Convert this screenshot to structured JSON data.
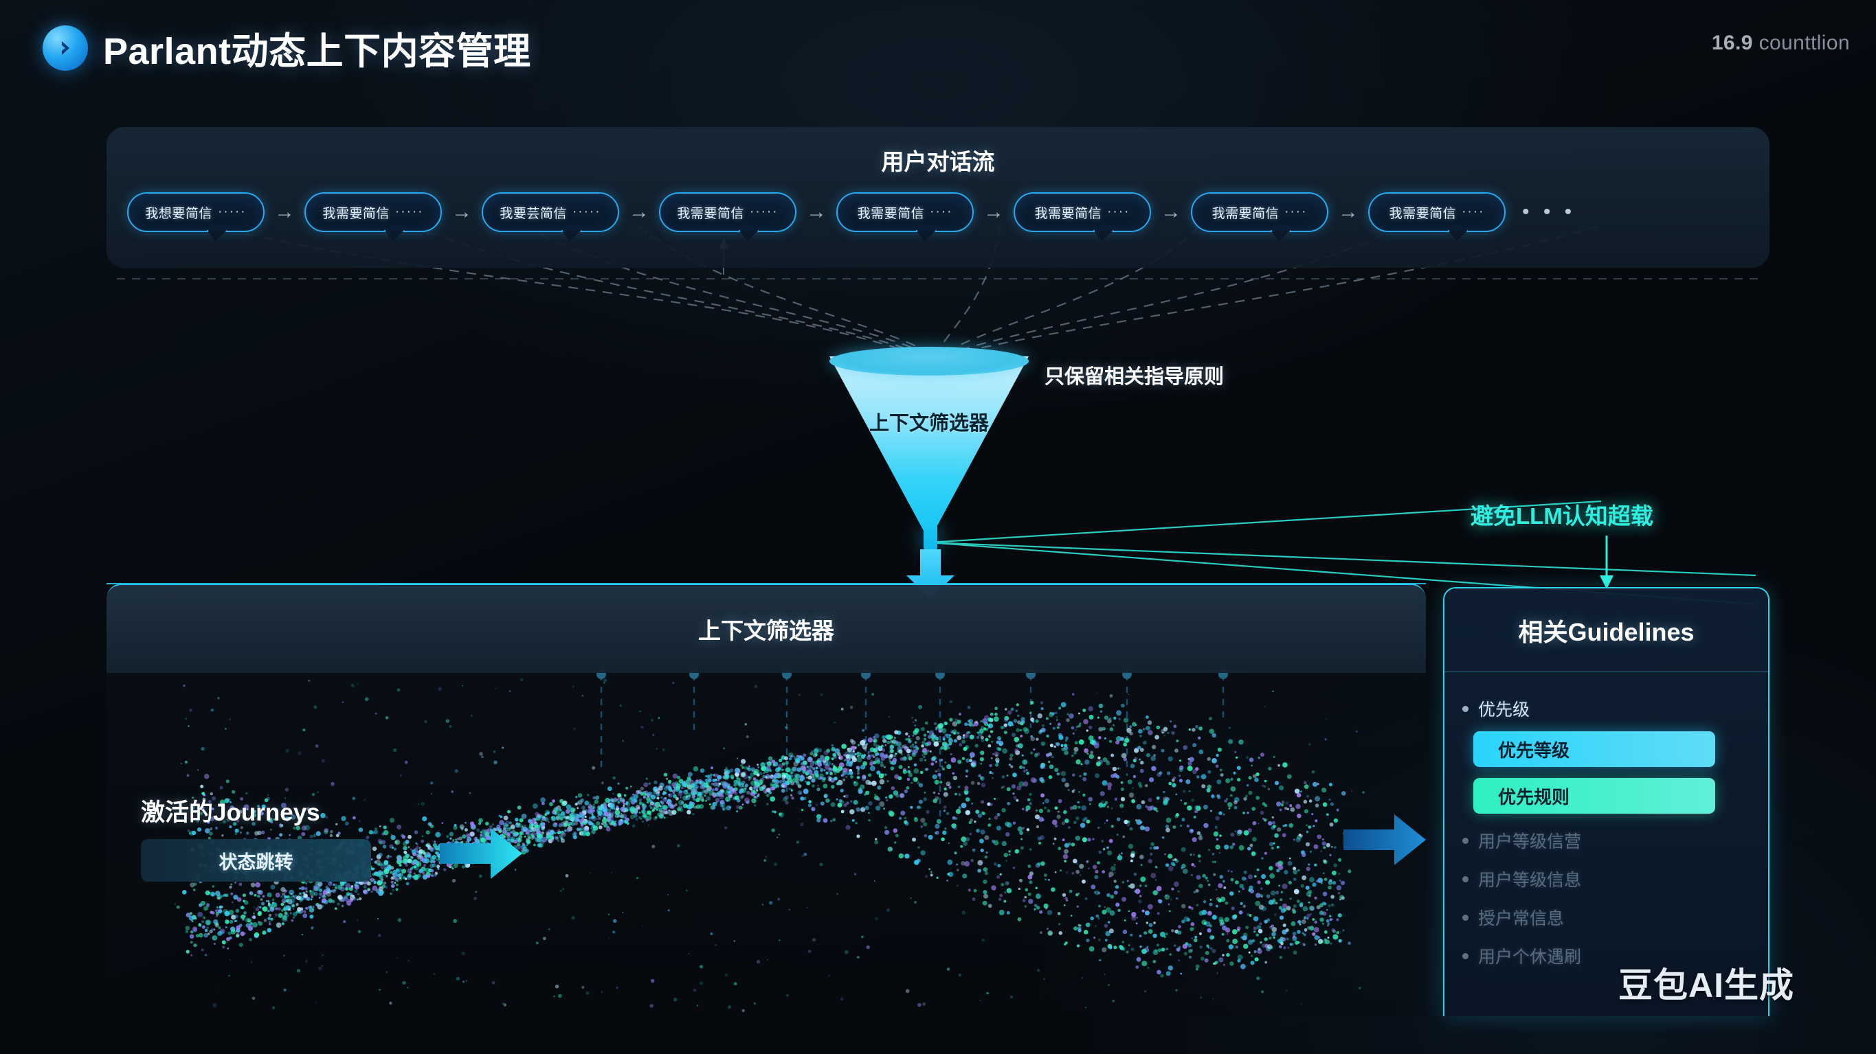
{
  "header": {
    "title": "Parlant动态上下内容管理",
    "logo_icon": "chevron-right-circle-icon",
    "watermark_number": "16.9",
    "watermark_text": "counttlion"
  },
  "conversation": {
    "title": "用户对话流",
    "bubbles": [
      {
        "text": "我想要简信",
        "dots": "·····"
      },
      {
        "text": "我需要简信",
        "dots": "·····"
      },
      {
        "text": "我要芸简信",
        "dots": "·····"
      },
      {
        "text": "我需要简信",
        "dots": "·····"
      },
      {
        "text": "我需要简信",
        "dots": "····"
      },
      {
        "text": "我需要简信",
        "dots": "····"
      },
      {
        "text": "我需要简信",
        "dots": "····"
      },
      {
        "text": "我需要简信",
        "dots": "····"
      }
    ],
    "arrow_glyph": "→",
    "trailing_ellipsis": "• • •"
  },
  "funnel": {
    "label": "上下文筛选器",
    "note": "只保留相关指导原则"
  },
  "overload_note": "避免LLM认知超载",
  "filter_panel": {
    "title": "上下文筛选器"
  },
  "journeys": {
    "label": "激活的Journeys",
    "pill": "状态跳转"
  },
  "guidelines": {
    "title": "相关Guidelines",
    "items": [
      {
        "type": "bullet",
        "text": "优先级",
        "faded": false
      },
      {
        "type": "pill",
        "text": "优先等级",
        "style": "cyan"
      },
      {
        "type": "pill",
        "text": "优先规则",
        "style": "teal"
      },
      {
        "type": "bullet",
        "text": "用户等级信营",
        "faded": true
      },
      {
        "type": "bullet",
        "text": "用户等级信息",
        "faded": true
      },
      {
        "type": "bullet",
        "text": "授户常信息",
        "faded": true
      },
      {
        "type": "bullet",
        "text": "用户个休遇刷",
        "faded": true
      }
    ]
  },
  "watermark_bottom": "豆包AI生成",
  "colors": {
    "background": "#060a0f",
    "accent_cyan": "#27c6f0",
    "accent_teal": "#2ef0c0",
    "bubble_border": "#2aa8ee",
    "panel_navy": "#0e1f32",
    "text_primary": "#ffffff"
  }
}
